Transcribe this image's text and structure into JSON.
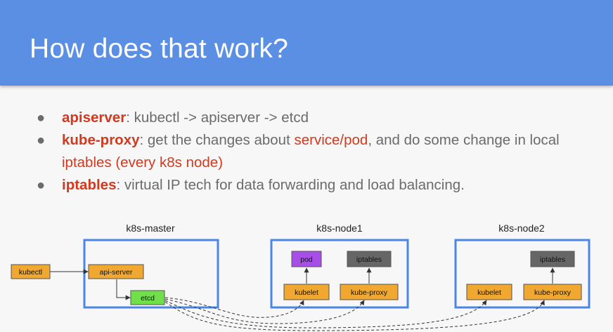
{
  "slide": {
    "title": "How does that work?"
  },
  "bullets": [
    {
      "keyword": "apiserver",
      "rest": ": kubectl -> apiserver -> etcd"
    },
    {
      "keyword": "kube-proxy",
      "part1": ": get the changes about ",
      "highlight1": "service/pod",
      "part2": ", and do some change in local ",
      "highlight2": "iptables (every k8s node)"
    },
    {
      "keyword": "iptables",
      "rest": ":  virtual IP tech for data forwarding and load balancing."
    }
  ],
  "diagram": {
    "master_label": "k8s-master",
    "node1_label": "k8s-node1",
    "node2_label": "k8s-node2",
    "kubectl": "kubectl",
    "api_server": "api-server",
    "etcd": "etcd",
    "pod": "pod",
    "node1_iptables": "iptables",
    "node1_kubelet": "kubelet",
    "node1_kube_proxy": "kube-proxy",
    "node2_iptables": "iptables",
    "node2_kubelet": "kubelet",
    "node2_kube_proxy": "kube-proxy"
  },
  "colors": {
    "header": "#5a8fe4",
    "accent_text": "#d23a20",
    "box_border": "#4a86e8",
    "component_orange": "#f0a830",
    "etcd_green": "#6fe04a",
    "pod_purple": "#a84ee8",
    "iptables_gray": "#666666"
  }
}
